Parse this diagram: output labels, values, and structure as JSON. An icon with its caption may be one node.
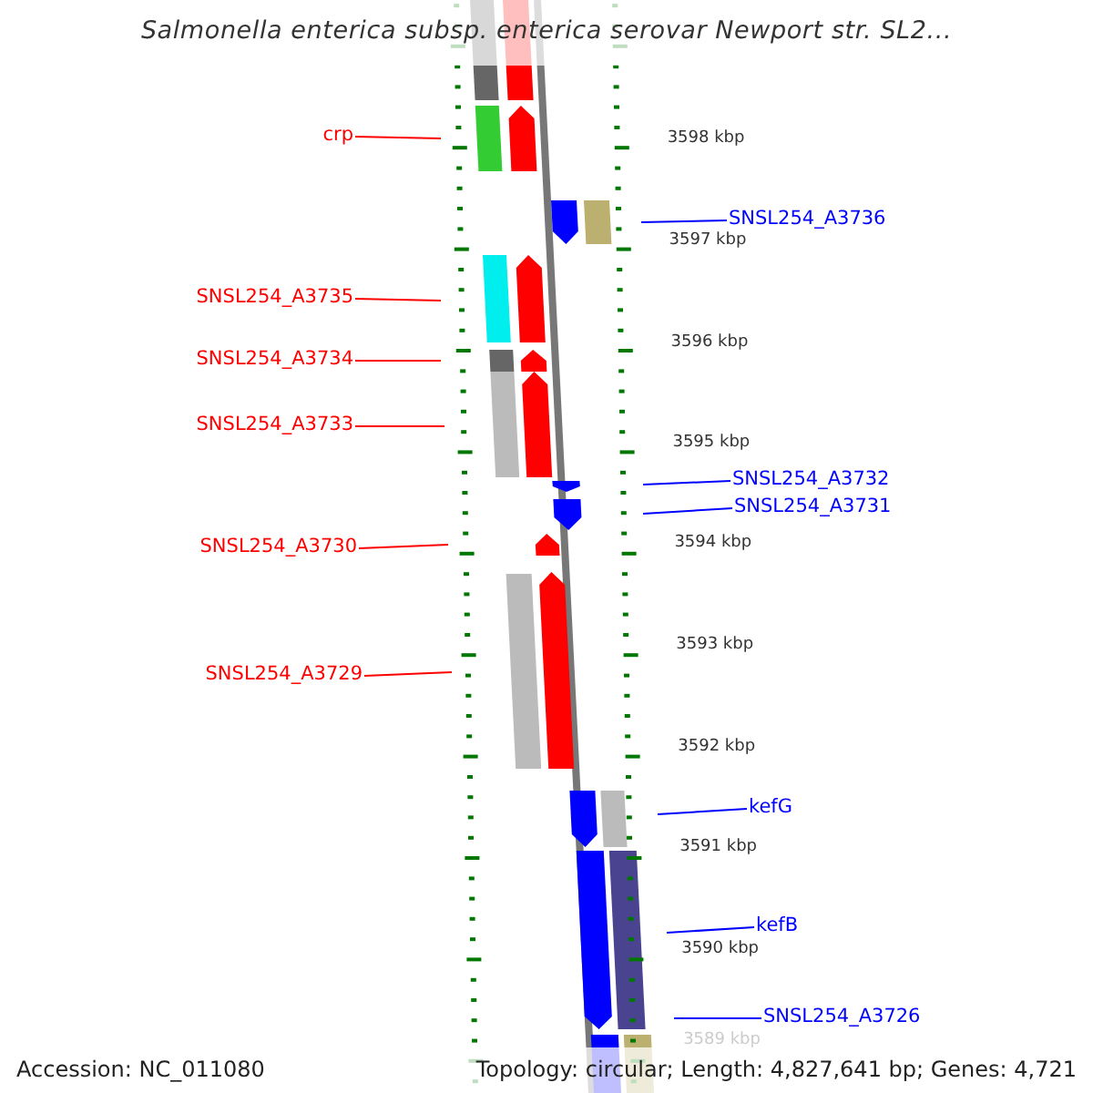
{
  "diagram": {
    "title": "Salmonella enterica subsp. enterica serovar Newport str. SL2...",
    "nodes": [
      {
        "text": [
          "crp"
        ]
      },
      {
        "text": [
          "SNSL254_A3736"
        ]
      },
      {
        "text": [
          "SNSL254_A3735"
        ]
      },
      {
        "text": [
          "SNSL254_A3734"
        ]
      },
      {
        "text": [
          "SNSL254_A3733"
        ]
      },
      {
        "text": [
          "SNSL254_A3732"
        ]
      },
      {
        "text": [
          "SNSL254_A3731"
        ]
      },
      {
        "text": [
          "SNSL254_A3730"
        ]
      },
      {
        "text": [
          "SNSL254_A3729"
        ]
      },
      {
        "text": [
          "kefG"
        ]
      },
      {
        "text": [
          "kefB"
        ]
      },
      {
        "text": [
          "SNSL254_A3726"
        ]
      }
    ],
    "edges": [
      {
        "from": 0,
        "to": null,
        "arrow": "none",
        "color": "#ff0000"
      },
      {
        "from": 1,
        "to": null,
        "arrow": "none",
        "color": "#0000ff"
      },
      {
        "from": 2,
        "to": null,
        "arrow": "none",
        "color": "#ff0000"
      },
      {
        "from": 3,
        "to": null,
        "arrow": "none",
        "color": "#ff0000"
      },
      {
        "from": 4,
        "to": null,
        "arrow": "none",
        "color": "#ff0000"
      },
      {
        "from": 5,
        "to": null,
        "arrow": "none",
        "color": "#0000ff"
      },
      {
        "from": 6,
        "to": null,
        "arrow": "none",
        "color": "#0000ff"
      },
      {
        "from": 7,
        "to": null,
        "arrow": "none",
        "color": "#ff0000"
      },
      {
        "from": 8,
        "to": null,
        "arrow": "none",
        "color": "#ff0000"
      },
      {
        "from": 9,
        "to": null,
        "arrow": "none",
        "color": "#0000ff"
      },
      {
        "from": 10,
        "to": null,
        "arrow": "none",
        "color": "#0000ff"
      },
      {
        "from": 11,
        "to": null,
        "arrow": "none",
        "color": "#0000ff"
      }
    ],
    "labels": [
      "3598 kbp",
      "3597 kbp",
      "3596 kbp",
      "3595 kbp",
      "3594 kbp",
      "3593 kbp",
      "3592 kbp",
      "3591 kbp",
      "3590 kbp",
      "3589 kbp",
      "Accession: NC_011080",
      "Topology: circular; Length: 4,827,641 bp; Genes: 4,721"
    ]
  }
}
